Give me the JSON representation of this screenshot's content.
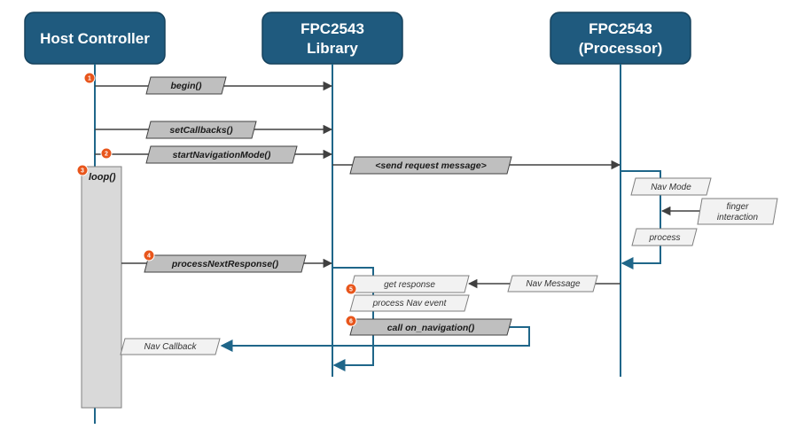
{
  "actors": {
    "host": "Host Controller",
    "library_line1": "FPC2543",
    "library_line2": "Library",
    "processor_line1": "FPC2543",
    "processor_line2": "(Processor)"
  },
  "loop_label": "loop()",
  "messages": {
    "begin": "begin()",
    "set_callbacks": "setCallbacks()",
    "start_nav": "startNavigationMode()",
    "send_request": "<send request message>",
    "process_next": "processNextResponse()",
    "call_on_nav": "call on_navigation()"
  },
  "notes": {
    "nav_mode": "Nav Mode",
    "finger_line1": "finger",
    "finger_line2": "interaction",
    "process": "process",
    "nav_message": "Nav Message",
    "get_response": "get response",
    "process_nav_event": "process Nav event",
    "nav_callback": "Nav Callback"
  },
  "badges": [
    "1",
    "2",
    "3",
    "4",
    "5",
    "6"
  ],
  "colors": {
    "actor_fill": "#1f5a7e",
    "lifeline": "#1f6689",
    "arrow": "#404040",
    "badge": "#e8561c",
    "loop_fill": "#d9d9d9",
    "message_fill": "#bfbfbf",
    "note_fill": "#f2f2f2"
  }
}
